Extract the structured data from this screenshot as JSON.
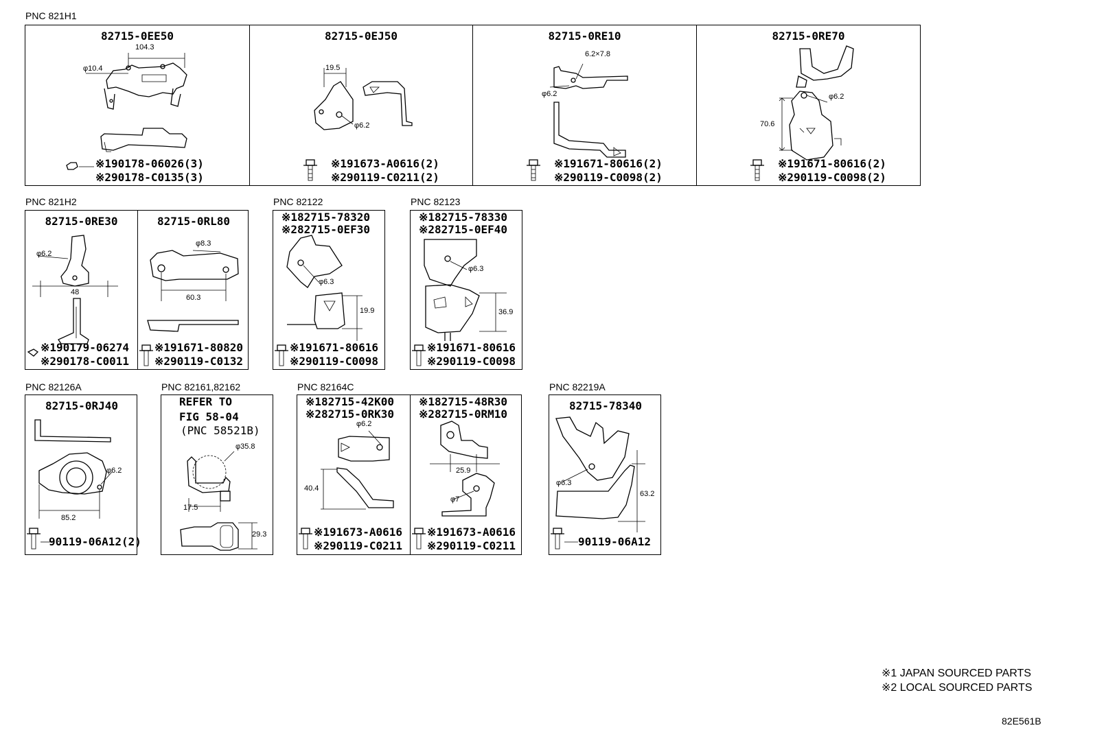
{
  "groups": {
    "g1": {
      "label": "PNC 821H1",
      "cells": [
        {
          "pn": "82715-0EE50",
          "dims": [
            "104.3",
            "φ10.4"
          ],
          "notes": [
            "※190178-06026(3)",
            "※290178-C0135(3)"
          ]
        },
        {
          "pn": "82715-0EJ50",
          "dims": [
            "19.5",
            "φ6.2"
          ],
          "notes": [
            "※191673-A0616(2)",
            "※290119-C0211(2)"
          ]
        },
        {
          "pn": "82715-0RE10",
          "dims": [
            "6.2×7.8",
            "φ6.2"
          ],
          "notes": [
            "※191671-80616(2)",
            "※290119-C0098(2)"
          ]
        },
        {
          "pn": "82715-0RE70",
          "dims": [
            "φ6.2",
            "70.6"
          ],
          "notes": [
            "※191671-80616(2)",
            "※290119-C0098(2)"
          ]
        }
      ]
    },
    "g2": {
      "label": "PNC 821H2",
      "cells": [
        {
          "pn": "82715-0RE30",
          "dims": [
            "φ6.2",
            "48"
          ],
          "notes": [
            "※190179-06274",
            "※290178-C0011"
          ]
        },
        {
          "pn": "82715-0RL80",
          "dims": [
            "φ8.3",
            "60.3"
          ],
          "notes": [
            "※191671-80820",
            "※290119-C0132"
          ]
        }
      ]
    },
    "g3": {
      "label": "PNC 82122",
      "cells": [
        {
          "pn1": "※182715-78320",
          "pn2": "※282715-0EF30",
          "dims": [
            "φ6.3",
            "19.9"
          ],
          "notes": [
            "※191671-80616",
            "※290119-C0098"
          ]
        }
      ]
    },
    "g4": {
      "label": "PNC 82123",
      "cells": [
        {
          "pn1": "※182715-78330",
          "pn2": "※282715-0EF40",
          "dims": [
            "φ6.3",
            "36.9"
          ],
          "notes": [
            "※191671-80616",
            "※290119-C0098"
          ]
        }
      ]
    },
    "g5": {
      "label": "PNC 82126A",
      "cells": [
        {
          "pn": "82715-0RJ40",
          "dims": [
            "φ6.2",
            "85.2"
          ],
          "notes": [
            "90119-06A12(2)"
          ]
        }
      ]
    },
    "g6": {
      "label": "PNC 82161,82162",
      "cells": [
        {
          "refer": [
            "REFER TO",
            "FIG 58-04",
            "(PNC 58521B)"
          ],
          "dims": [
            "φ35.8",
            "17.5",
            "29.3"
          ]
        }
      ]
    },
    "g7": {
      "label": "PNC 82164C",
      "cells": [
        {
          "pn1": "※182715-42K00",
          "pn2": "※282715-0RK30",
          "dims": [
            "φ6.2",
            "40.4"
          ],
          "notes": [
            "※191673-A0616",
            "※290119-C0211"
          ]
        },
        {
          "pn1": "※182715-48R30",
          "pn2": "※282715-0RM10",
          "dims": [
            "25.9",
            "φ7"
          ],
          "notes": [
            "※191673-A0616",
            "※290119-C0211"
          ]
        }
      ]
    },
    "g8": {
      "label": "PNC 82219A",
      "cells": [
        {
          "pn": "82715-78340",
          "dims": [
            "φ6.3",
            "63.2"
          ],
          "notes": [
            "90119-06A12"
          ]
        }
      ]
    }
  },
  "legend": {
    "line1": "※1 JAPAN SOURCED PARTS",
    "line2": "※2 LOCAL SOURCED PARTS"
  },
  "figure_code": "82E561B"
}
